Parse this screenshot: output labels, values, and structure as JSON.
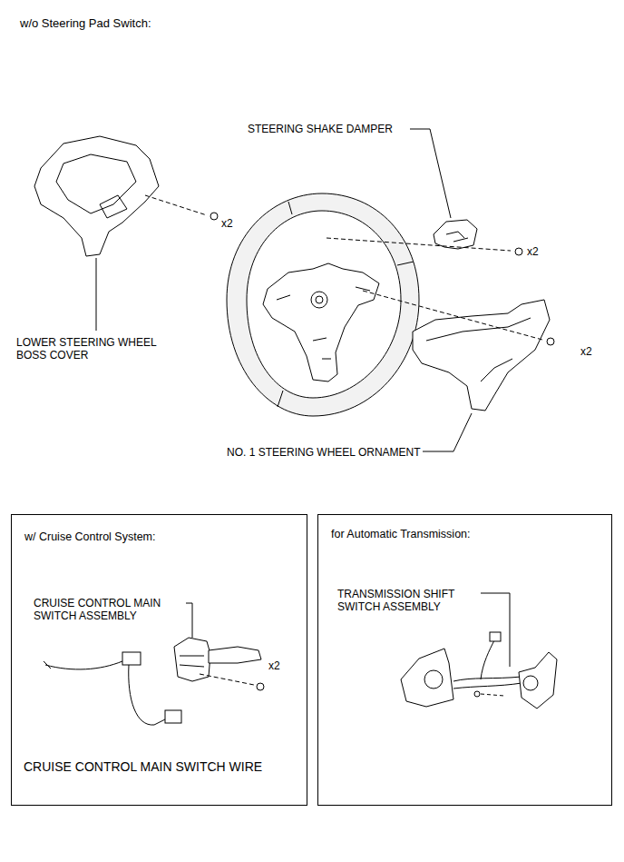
{
  "diagram": {
    "title": "w/o Steering Pad Switch:",
    "nodes": [
      {
        "text": [
          "w/ Cruise Control System:",
          "CRUISE CONTROL MAIN SWITCH ASSEMBLY",
          "x2",
          "CRUISE CONTROL MAIN SWITCH WIRE"
        ]
      },
      {
        "text": [
          "for Automatic Transmission:",
          "TRANSMISSION SHIFT SWITCH ASSEMBLY"
        ]
      }
    ],
    "edges": [],
    "labels": [
      "STEERING SHAKE DAMPER",
      "x2",
      "x2",
      "LOWER STEERING WHEEL BOSS COVER",
      "x2",
      "NO. 1 STEERING WHEEL ORNAMENT"
    ]
  }
}
